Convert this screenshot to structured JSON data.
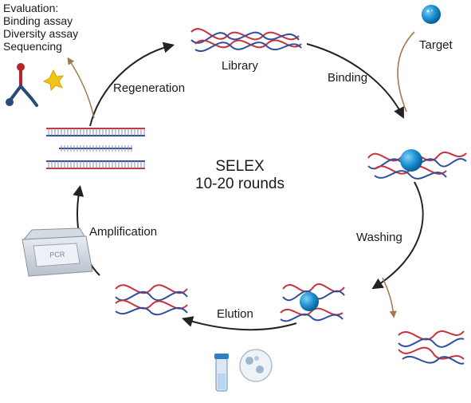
{
  "diagram": {
    "center": {
      "title": "SELEX",
      "subtitle": "10-20 rounds"
    },
    "evaluation": {
      "lines": [
        "Evaluation:",
        "Binding assay",
        "Diversity assay",
        "Sequencing"
      ]
    },
    "steps": {
      "library": "Library",
      "binding": "Binding",
      "washing": "Washing",
      "elution": "Elution",
      "amplification": "Amplification",
      "regeneration": "Regeneration"
    },
    "target_label": "Target",
    "pcr_label": "PCR",
    "colors": {
      "strand_red": "#c8323c",
      "strand_blue": "#2f4f9e",
      "target_blue": "#1a8fd0",
      "arrow": "#222222",
      "brown": "#a07a4a",
      "gold": "#f2c21a",
      "antibody_red": "#b8242a",
      "antibody_blue": "#2a4a7a"
    }
  }
}
